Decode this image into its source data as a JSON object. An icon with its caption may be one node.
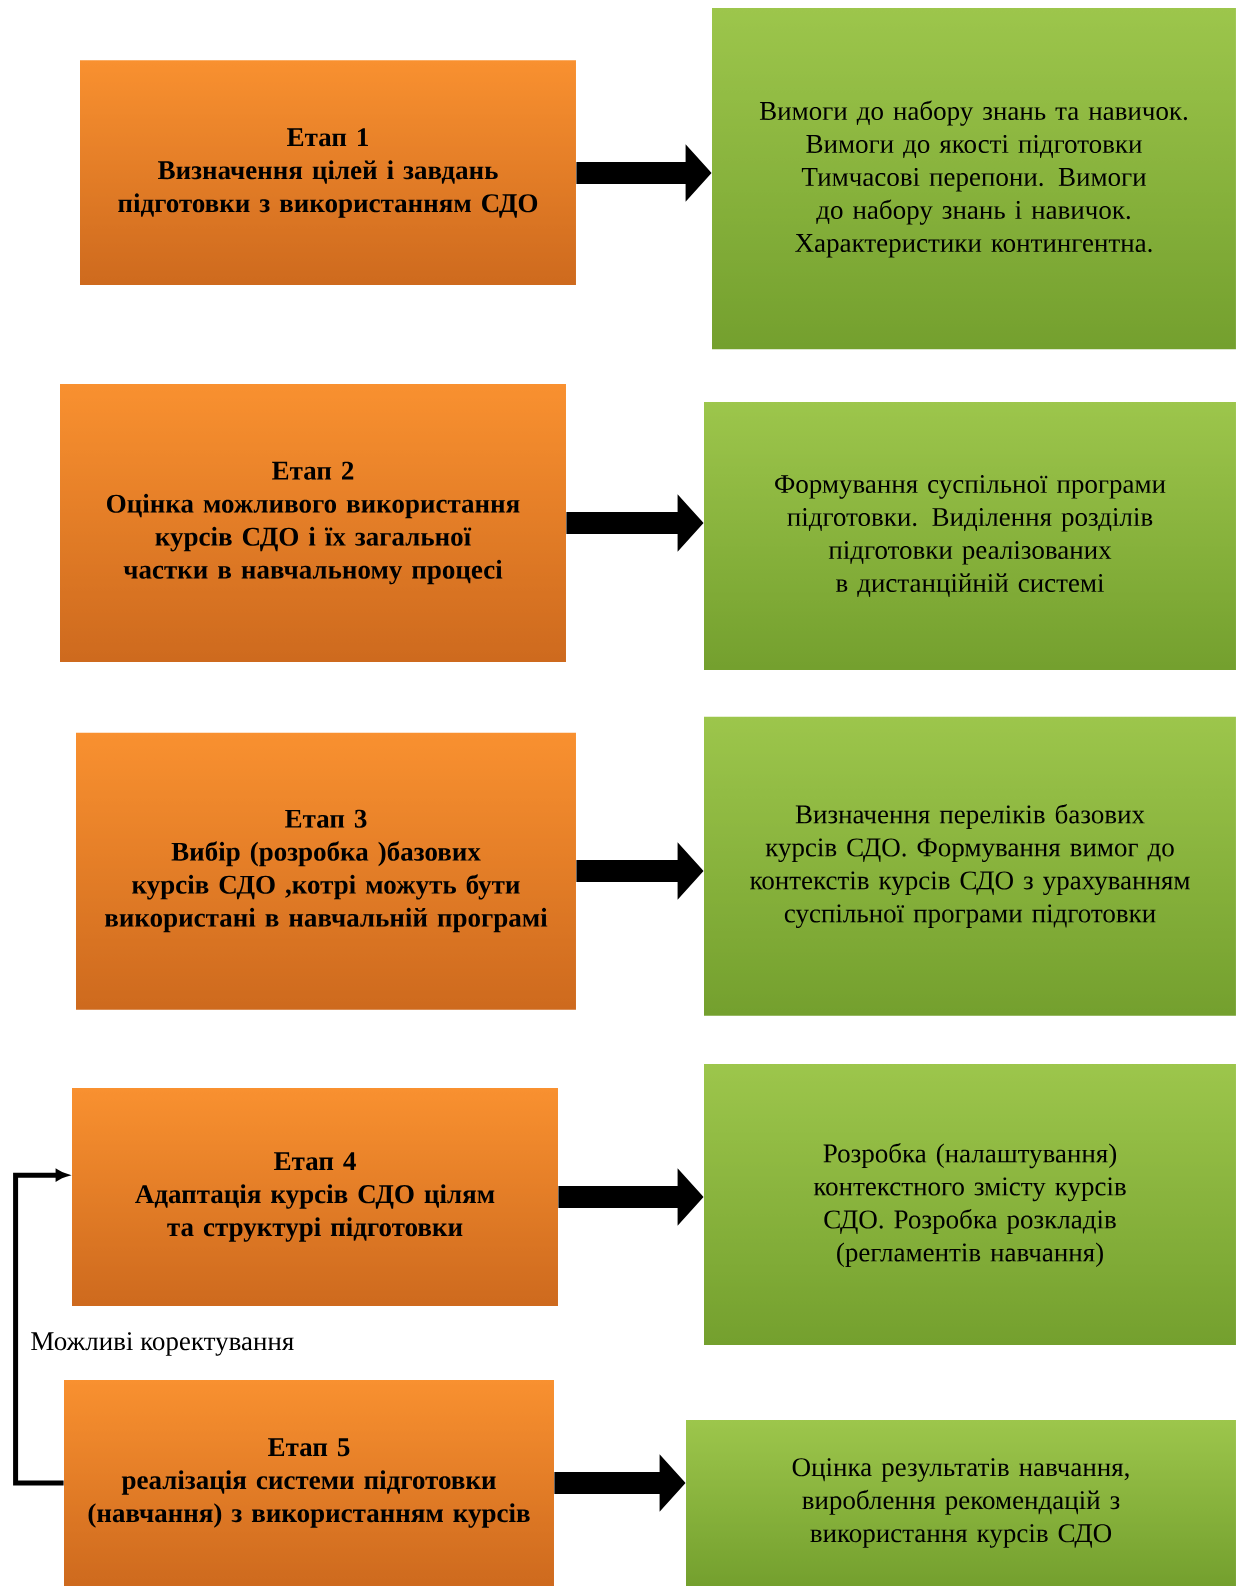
{
  "diagram": {
    "nodes": [
      {
        "text": [
          "Етап 1",
          "Визначення цілей і завдань підготовки з використанням СДО"
        ]
      },
      {
        "text": [
          "Вимоги до набору знань та навичок. Вимоги до якості підготовки Тимчасові перепони. Вимоги до набору знань і навичок. Характеристики контингентна."
        ]
      },
      {
        "text": [
          "Етап 2",
          "Оцінка можливого використання курсів СДО і їх загальної частки в навчальному процесі"
        ]
      },
      {
        "text": [
          "Формування суспільної програми підготовки. Виділення розділів підготовки реалізованих в дистанційній системі"
        ]
      },
      {
        "text": [
          "Етап 3",
          "Вибір (розробка )базових курсів СДО ,котрі можуть бути використані в навчальній програмі"
        ]
      },
      {
        "text": [
          "Визначення переліків базових курсів СДО. Формування вимог до контекстів курсів СДО з урахуванням суспільної програми підготовки"
        ]
      },
      {
        "text": [
          "Етап 4",
          "Адаптація курсів СДО цілям та структурі підготовки"
        ]
      },
      {
        "text": [
          "Розробка (налаштування) контекстного змісту курсів СДО. Розробка розкладів (регламентів навчання)"
        ]
      },
      {
        "text": [
          "Етап 5",
          "реалізація системи підготовки (навчання) з використанням курсів"
        ]
      },
      {
        "text": [
          "Оцінка результатів навчання, вироблення рекомендацій з використання курсів СДО"
        ]
      }
    ],
    "edges": [
      {
        "from": 0,
        "to": 1,
        "arrow": "to"
      },
      {
        "from": 2,
        "to": 3,
        "arrow": "to"
      },
      {
        "from": 4,
        "to": 5,
        "arrow": "to"
      },
      {
        "from": 6,
        "to": 7,
        "arrow": "to"
      },
      {
        "from": 8,
        "to": 9,
        "arrow": "to"
      },
      {
        "from": 8,
        "to": 6,
        "arrow": "to",
        "label": "Можливі коректування"
      }
    ]
  }
}
